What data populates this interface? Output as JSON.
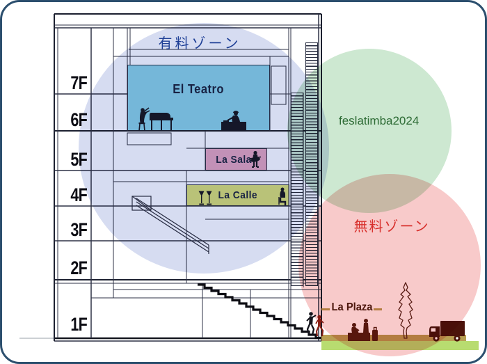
{
  "zones": {
    "paid": {
      "label": "有料ゾーン",
      "text_color": "#1e3f96",
      "circle_color": "#d6dcf1"
    },
    "festival": {
      "label": "feslatimba2024",
      "text_color": "#2d6b35",
      "circle_color": "#cde8d1"
    },
    "free": {
      "label": "無料ゾーン",
      "text_color": "#d8302c",
      "circle_color": "#f8caca"
    }
  },
  "floors": [
    "7F",
    "6F",
    "5F",
    "4F",
    "3F",
    "2F",
    "1F"
  ],
  "venues": {
    "teatro": {
      "label": "El Teatro",
      "color": "#8bd4e6"
    },
    "sala": {
      "label": "La Sala",
      "color": "#e8a8c2"
    },
    "calle": {
      "label": "La Calle",
      "color": "#dde17f"
    },
    "plaza": {
      "label": "La Plaza",
      "color": "#4f1d10"
    }
  },
  "ground": {
    "pavement_color": "#b89e52",
    "grass_color": "#b8dc70"
  },
  "icons": [
    "pianist-piano-icon",
    "dj-booth-icon",
    "musician-icon",
    "wine-glasses-icon",
    "seated-person-icon",
    "escalator-icon",
    "staircase-icon",
    "stair-climber-icon",
    "pedestrian-icon",
    "reception-desk-icon",
    "tree-icon",
    "truck-icon"
  ]
}
